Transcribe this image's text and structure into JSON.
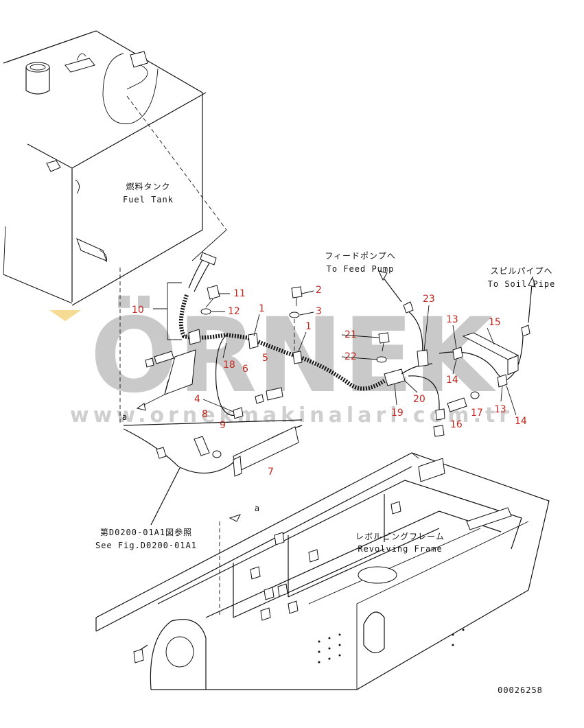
{
  "labels": {
    "fuel_tank_jp": "燃料タンク",
    "fuel_tank_en": "Fuel Tank",
    "feed_pump_jp": "フィードポンプへ",
    "feed_pump_en": "To Feed Pump",
    "soil_pipe_jp": "スピルパイプへ",
    "soil_pipe_en": "To Soil Pipe",
    "frame_jp": "レボルビングフレーム",
    "frame_en": "Revolving Frame",
    "see_fig_jp": "第D0200-01A1図参照",
    "see_fig_en": "See Fig.D0200-01A1",
    "ref_a_left": "a",
    "ref_a_center": "a",
    "drawing_no": "00026258"
  },
  "watermark": {
    "brand": "ÖRNEK",
    "url": "www.ornekmakinalari.com.tr"
  },
  "colors": {
    "callout_red": "#c0281e",
    "line": "#111111",
    "watermark": "#c9c9c9",
    "watermark_accent": "#f4d27a"
  },
  "callouts": [
    "1",
    "1",
    "2",
    "3",
    "4",
    "5",
    "6",
    "7",
    "8",
    "9",
    "10",
    "11",
    "12",
    "13",
    "13",
    "14",
    "14",
    "15",
    "16",
    "17",
    "18",
    "19",
    "20",
    "21",
    "22",
    "23"
  ]
}
